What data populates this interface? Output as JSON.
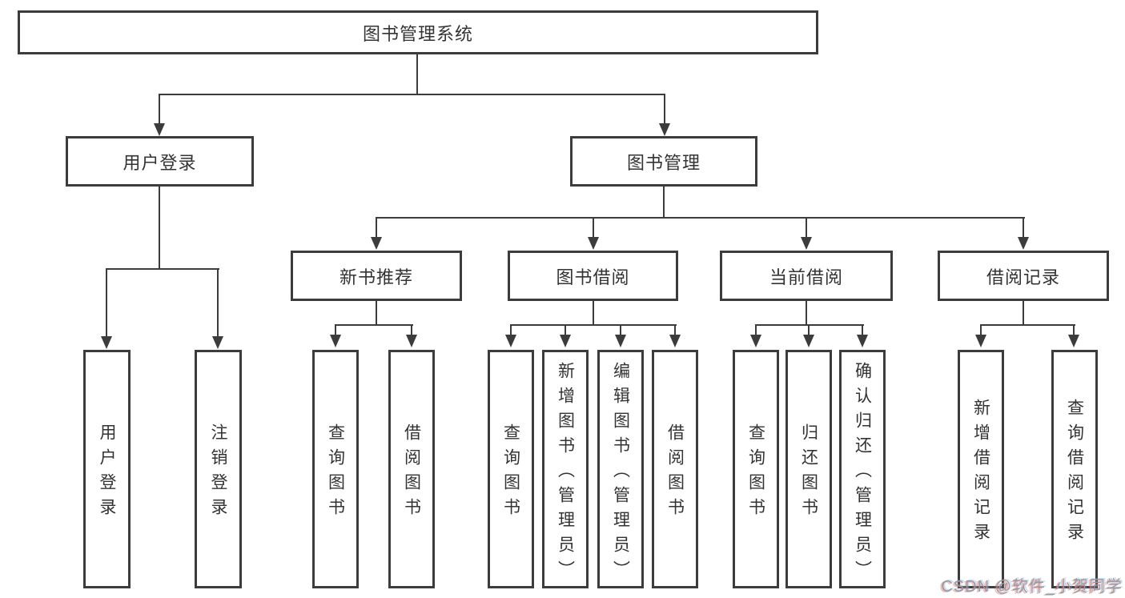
{
  "diagram": {
    "title": "图书管理系统",
    "level2": [
      {
        "label": "用户登录",
        "children": [
          {
            "label": "用户登录"
          },
          {
            "label": "注销登录"
          }
        ]
      },
      {
        "label": "图书管理"
      }
    ],
    "level3": [
      {
        "label": "新书推荐",
        "children": [
          {
            "label": "查询图书"
          },
          {
            "label": "借阅图书"
          }
        ]
      },
      {
        "label": "图书借阅",
        "children": [
          {
            "label": "查询图书"
          },
          {
            "label": "新增图书（管理员）"
          },
          {
            "label": "编辑图书（管理员）"
          },
          {
            "label": "借阅图书"
          }
        ]
      },
      {
        "label": "当前借阅",
        "children": [
          {
            "label": "查询图书"
          },
          {
            "label": "归还图书"
          },
          {
            "label": "确认归还（管理员）"
          }
        ]
      },
      {
        "label": "借阅记录",
        "children": [
          {
            "label": "新增借阅记录"
          },
          {
            "label": "查询借阅记录"
          }
        ]
      }
    ]
  },
  "watermark": {
    "text": "CSDN @软件_小贺同学"
  },
  "colors": {
    "line": "#3c3c3c",
    "text": "#333333",
    "watermark": "#9a9a9a",
    "background": "#ffffff"
  }
}
